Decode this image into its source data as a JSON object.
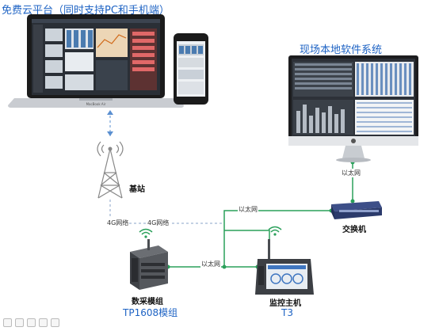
{
  "cloud": {
    "title": "免费云平台（同时支持PC和手机端）",
    "laptop_brand": "MacBook Air"
  },
  "local": {
    "title": "现场本地软件系统"
  },
  "tower": {
    "label": "基站"
  },
  "switch": {
    "label": "交换机"
  },
  "links": {
    "eth_switch_monitor": "以太网",
    "eth_top": "以太网",
    "eth_bottom": "以太网",
    "net4g_a": "4G网络",
    "net4g_b": "4G网络"
  },
  "acq": {
    "label": "数采模组",
    "model": "TP1608模组"
  },
  "ctrl": {
    "label": "监控主机",
    "model": "T3"
  },
  "colors": {
    "link_green": "#2aa05a",
    "dash_blue": "#5a8fd0",
    "title_blue": "#1e63c4"
  }
}
